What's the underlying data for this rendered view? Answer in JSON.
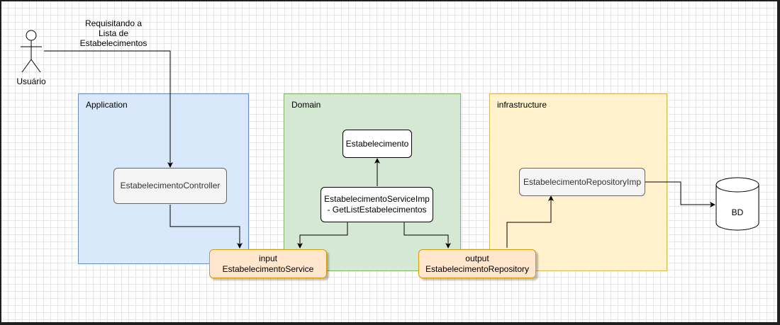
{
  "user": {
    "label": "Usuário",
    "request_label": "Requisitando a\nLista de\nEstabelecimentos"
  },
  "layers": {
    "application": {
      "title": "Application",
      "fill": "#dae8fc",
      "stroke": "#6c8ebf"
    },
    "domain": {
      "title": "Domain",
      "fill": "#d5e8d4",
      "stroke": "#82b366"
    },
    "infrastructure": {
      "title": "infrastructure",
      "fill": "#fff2cc",
      "stroke": "#d6b656"
    }
  },
  "nodes": {
    "controller": {
      "label": "EstabelecimentoController",
      "fill": "#f5f5f5",
      "stroke": "#666666",
      "text_color": "#333333"
    },
    "entity": {
      "label": "Estabelecimento"
    },
    "service_imp": {
      "label": "EstabelecimentoServiceImp\n- GetListEstabelecimentos"
    },
    "input_port": {
      "label": "input\nEstabelecimentoService",
      "fill": "#ffe6cc",
      "stroke": "#d79b00"
    },
    "output_port": {
      "label": "output\nEstabelecimentoRepository",
      "fill": "#ffe6cc",
      "stroke": "#d79b00"
    },
    "repository_imp": {
      "label": "EstabelecimentoRepositoryImp",
      "fill": "#f5f5f5",
      "stroke": "#666666",
      "text_color": "#333333"
    },
    "database": {
      "label": "BD"
    }
  }
}
